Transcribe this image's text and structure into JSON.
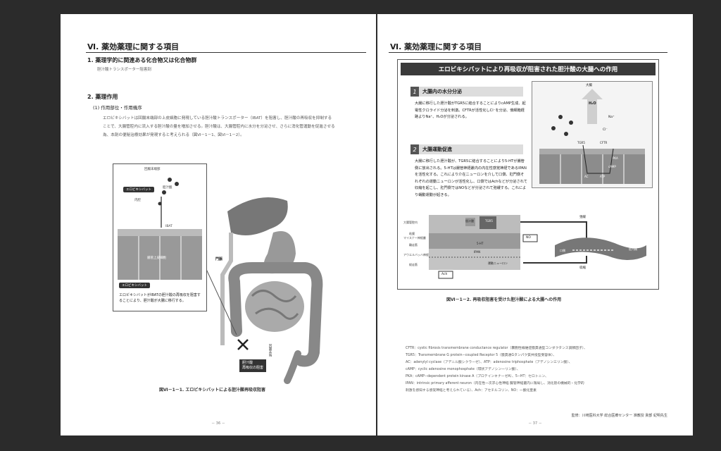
{
  "left": {
    "section_title": "Ⅵ. 薬効薬理に関する項目",
    "h1": "1. 薬理学的に関連ある化合物又は化合物群",
    "h1_text": "胆汁酸トランスポーター阻害剤",
    "h2": "2. 薬理作用",
    "h2_sub": "(1) 作用部位・作用機序",
    "para": "エロビキシバットは回腸末端部の上皮細胞に発現している胆汁酸トランスポーター（IBAT）を阻害し、胆汁酸の再吸収を抑制することで、大腸管腔内に流入する胆汁酸の量を増加させる。胆汁酸は、大腸管腔内に水分を分泌させ、さらに消化管運動を促進させる為、本剤の便秘治療効果が発現すると考えられる（図Ⅵ－1－1、図Ⅵ－1－2）。",
    "inset": {
      "top_label": "回腸末端部",
      "drug_pill": "エロビキシバット",
      "bile_label": "胆汁酸",
      "lumen_label": "内腔",
      "ibat_label": "IBAT",
      "cell_label": "腸管上皮細胞",
      "bottom_pill": "エロビキシバット",
      "bottom_text": "エロビキシバットがIBATの胆汁酸の再吸収を阻害することにより、胆汁酸が大腸に移行する。"
    },
    "portal_label": "門脈",
    "ileum_label": "回腸末端",
    "block_label": "胆汁酸\n再吸収の阻害",
    "caption": "図Ⅵ－1－1. エロビキシバットによる胆汁酸再吸収阻害",
    "page_number": "－ 36 －"
  },
  "right": {
    "section_title": "Ⅵ. 薬効薬理に関する項目",
    "banner": "エロビキシバットにより再吸収が阻害された胆汁酸の大腸への作用",
    "sub1": {
      "num": "1",
      "title": "大腸内の水分分泌",
      "text": "大腸に移行した胆汁酸がTGR5に結合することによりcAMP生成、起電性クロライド分泌を刺激。CFTRが活性化しCl⁻を分泌、傍細胞経路よりNa⁺、H₂Oが分泌される。"
    },
    "sub2": {
      "num": "2",
      "title": "大腸運動促進",
      "text": "大腸に移行した胆汁酸が、TGR5に結合することにより5-HTが腸管側に放出される。5-HTは腸管神経叢内の内在性感覚神経であるIPANを活性化する。これにより介在ニューロンを介して口側、肛門側それぞれの運動ニューロンが活性化し、口側ではAchなどが分泌されて収縮を起こし、肛門側ではNOなどが分泌されて弛緩する。これにより蠕動運動が起きる。"
    },
    "diagram_labels": {
      "colon": "大腸",
      "h2o": "H₂O",
      "cl": "Cl⁻",
      "na": "Na⁺",
      "tgr5": "TGR5",
      "cftr": "CFTR",
      "pka": "PKA",
      "camp": "cAMP",
      "ac": "AC",
      "atp": "ATP",
      "lumen": "大腸管腔内",
      "submucosa": "粘膜",
      "myenteric": "マイスナー神経叢",
      "muscle": "輪走筋",
      "auerbach": "アウエルバッハ神経叢",
      "longit": "縦走筋",
      "relax": "弛緩",
      "contract": "収縮",
      "oral": "口側",
      "anal": "肛門側",
      "ipan": "IPAN",
      "no": "NO",
      "ach": "Ach",
      "motor": "運動ニューロン",
      "ht": "5-HT",
      "bile": "胆汁酸"
    },
    "caption": "図Ⅵ－1－2. 再吸収阻害を受けた胆汁酸による大腸への作用",
    "abbr": [
      "CFTR：cystic fibrosis transmembrane conductance regulator（嚢胞性線維症膜貫通型コンダクタンス調節因子）、",
      "TGR5：Transmembrane G protein−coupled Receptor 5（膜貫通Gタンパク質共役型受容体）、",
      "AC：adenylyl cyclase（アデニル酸シクラーゼ）、ATP：adenosine triphosphate（アデノシン三リン酸）、",
      "cAMP：cyclic adenosine monophosphate（環状アデノシン一リン酸）、",
      "PKA：cAMP−dependent protein kinase A（プロテインキナーゼA）、5−HT：セロトニン、",
      "IPAN：intrinsic primary afferent neuron（内在性一次求心性神経 腸管神経叢内に限局し、消化管の機械的・化学的",
      "刺激を感知する感覚神経と考えられている）、Ach：アセチルコリン、NO：一酸化窒素"
    ],
    "supervisor": "監修：川崎医科大学 総合医療センター 准教授 眞部 紀明先生",
    "page_number": "－ 37 －"
  }
}
